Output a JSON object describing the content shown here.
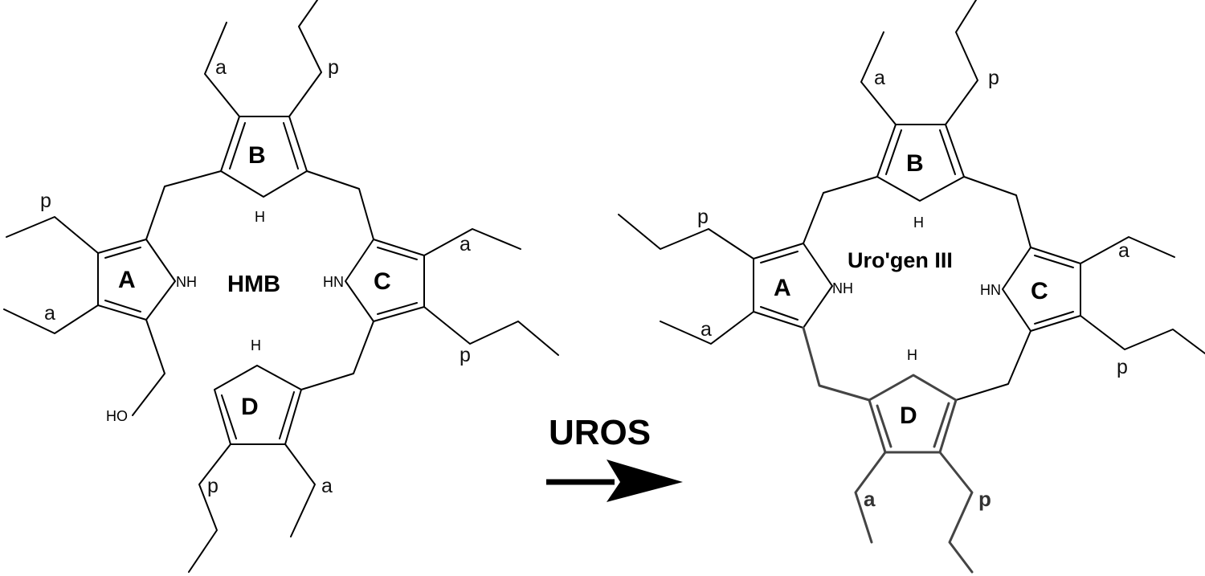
{
  "left_molecule": {
    "name": "HMB",
    "rings": {
      "A": "A",
      "B": "B",
      "C": "C",
      "D": "D"
    },
    "nh_labels": {
      "A": "NH",
      "C": "HN",
      "B_H": "H",
      "D_H": "H"
    },
    "substituents": {
      "A_top": "p",
      "A_bottom": "a",
      "B_left": "a",
      "B_right": "p",
      "C_top": "a",
      "C_bottom": "p",
      "D_left": "p",
      "D_right": "a"
    },
    "hydroxyl": "HO"
  },
  "reaction": {
    "enzyme": "UROS"
  },
  "right_molecule": {
    "name": "Uro'gen III",
    "rings": {
      "A": "A",
      "B": "B",
      "C": "C",
      "D": "D"
    },
    "nh_labels": {
      "A": "NH",
      "C": "HN",
      "B_H": "H",
      "D_H": "H"
    },
    "substituents": {
      "A_top": "p",
      "A_bottom": "a",
      "B_left": "a",
      "B_right": "p",
      "C_top": "a",
      "C_bottom": "p",
      "D_left": "a",
      "D_right": "p"
    }
  },
  "colors": {
    "lines": "#000000",
    "flipped_ring_D": "#444444",
    "background": "#ffffff"
  }
}
